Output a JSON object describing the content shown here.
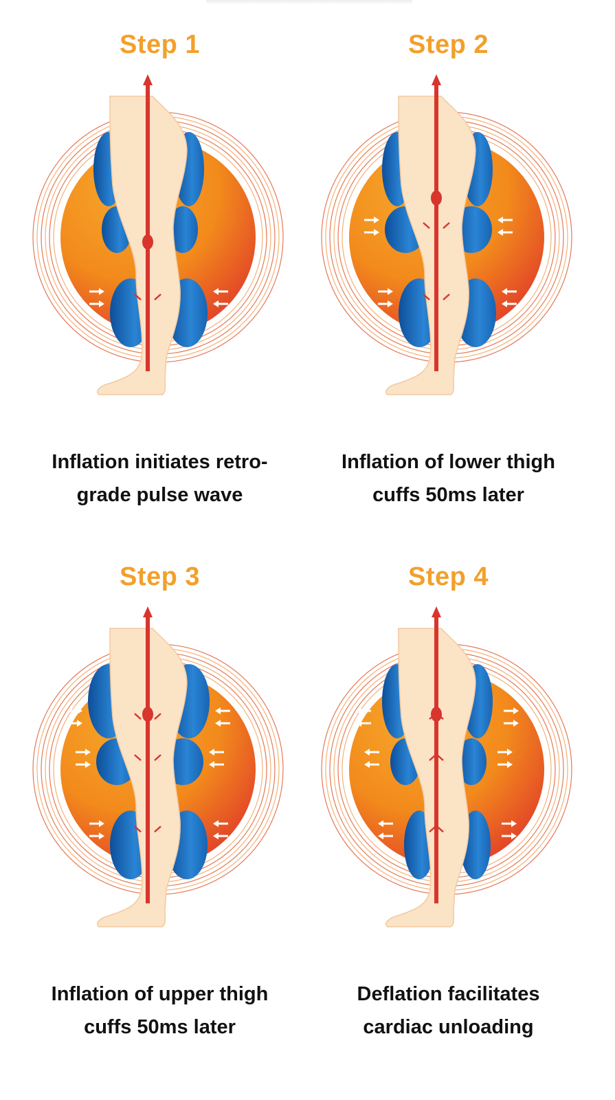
{
  "colors": {
    "title": "#f2a02b",
    "caption": "#111111",
    "artery": "#d8352c",
    "cuff": "#1f6fc0",
    "glow_inner": "#f28a1c",
    "glow_outer": "#e03a2a",
    "skin": "#fbe3c6",
    "arrow": "#ffffff"
  },
  "steps": [
    {
      "title": "Step 1",
      "caption_line1": "Inflation initiates retro-",
      "caption_line2": "grade pulse wave",
      "cuffs_inflated": [
        "calf"
      ],
      "pulse_position": "knee",
      "arrow_direction": "inward"
    },
    {
      "title": "Step 2",
      "caption_line1": "Inflation of lower thigh",
      "caption_line2": "cuffs 50ms later",
      "cuffs_inflated": [
        "calf",
        "lower-thigh"
      ],
      "pulse_position": "mid-thigh",
      "arrow_direction": "inward"
    },
    {
      "title": "Step 3",
      "caption_line1": "Inflation of upper thigh",
      "caption_line2": "cuffs 50ms later",
      "cuffs_inflated": [
        "calf",
        "lower-thigh",
        "upper-thigh"
      ],
      "pulse_position": "upper-thigh",
      "arrow_direction": "inward"
    },
    {
      "title": "Step 4",
      "caption_line1": "Deflation facilitates",
      "caption_line2": "cardiac unloading",
      "cuffs_inflated": [],
      "pulse_position": "upper-thigh",
      "arrow_direction": "outward"
    }
  ]
}
